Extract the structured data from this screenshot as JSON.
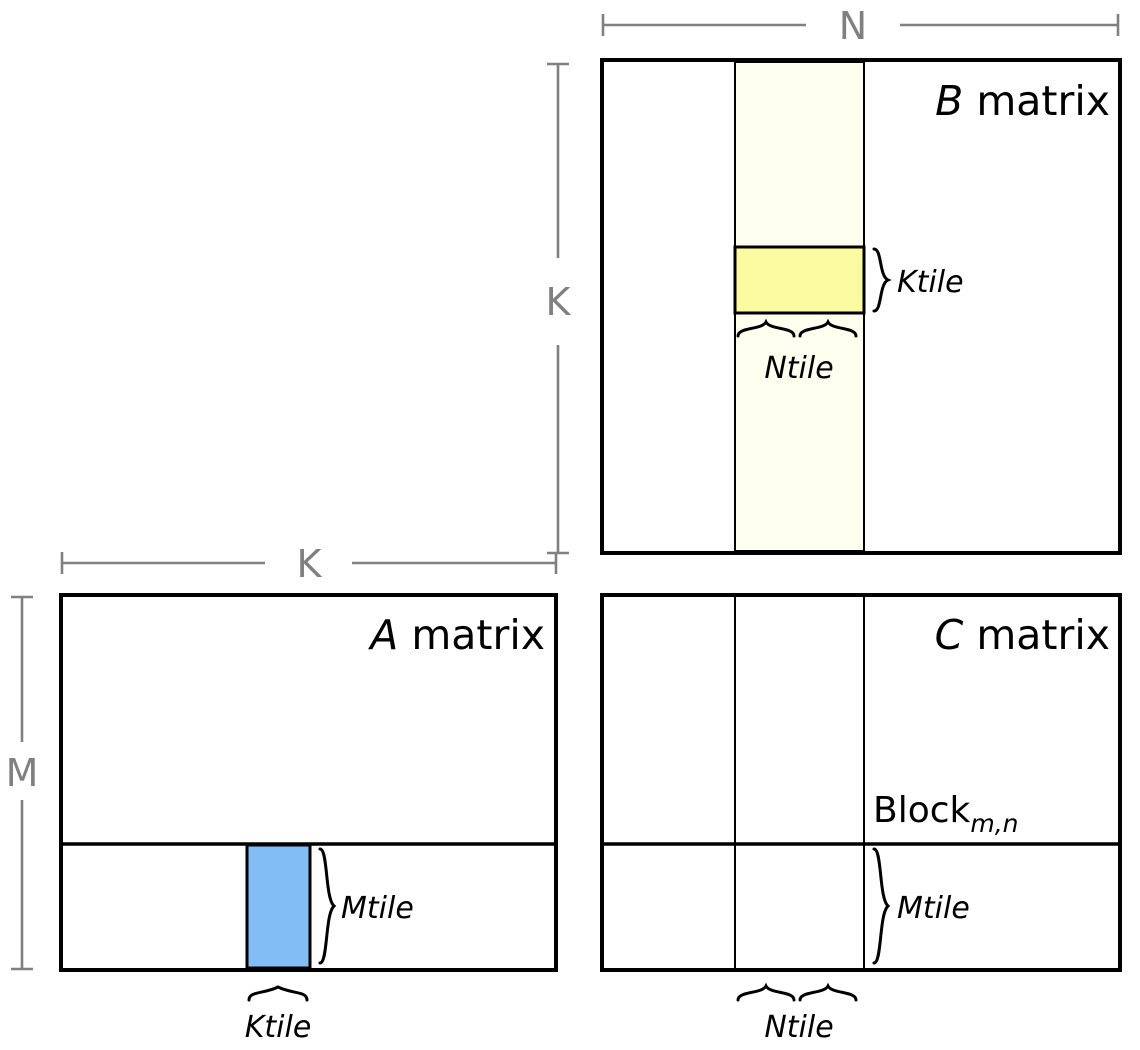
{
  "diagram": {
    "title_hidden": "GEMM tiling diagram: A, B, C matrices with tiles",
    "matrices": {
      "a": {
        "label_italic": "A",
        "label_rest": " matrix",
        "dim_top": "K",
        "dim_left": "M",
        "tile_right_label": "Mtile",
        "tile_bottom_label": "Ktile",
        "row_strip_color": "#e8f4fd",
        "tile_color": "#82bdf5"
      },
      "b": {
        "label_italic": "B",
        "label_rest": " matrix",
        "dim_top": "N",
        "dim_right": "K",
        "tile_right_label": "Ktile",
        "tile_bottom_label": "Ntile",
        "col_strip_color": "#fffff0",
        "tile_color": "#fafaa0"
      },
      "c": {
        "label_italic": "C",
        "label_rest": " matrix",
        "block_label_base": "Block",
        "block_label_sub": "m,n",
        "tile_right_label": "Mtile",
        "tile_bottom_label": "Ntile",
        "tile_color": "#dcf5c0"
      }
    },
    "colors": {
      "dimension_gray": "#808080",
      "outline_black": "#000000",
      "background": "#ffffff"
    }
  }
}
